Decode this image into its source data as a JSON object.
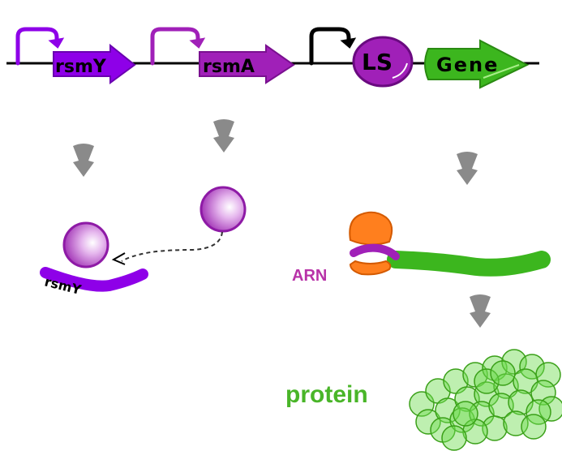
{
  "genes": {
    "rsmY": "rsmY",
    "rsmA": "rsmA",
    "ls": "LS",
    "gene": "Gene"
  },
  "rna_label_rsmY": "rsmY",
  "arn_label": "ARN",
  "protein_label": "protein",
  "colors": {
    "purple": "#8e00e8",
    "magenta": "#a020b8",
    "green": "#3cb61e",
    "orange": "#ff7f1e",
    "arrow_gray": "#8a8a8a",
    "protein_text": "#49b528",
    "arn_text": "#b832a8"
  }
}
